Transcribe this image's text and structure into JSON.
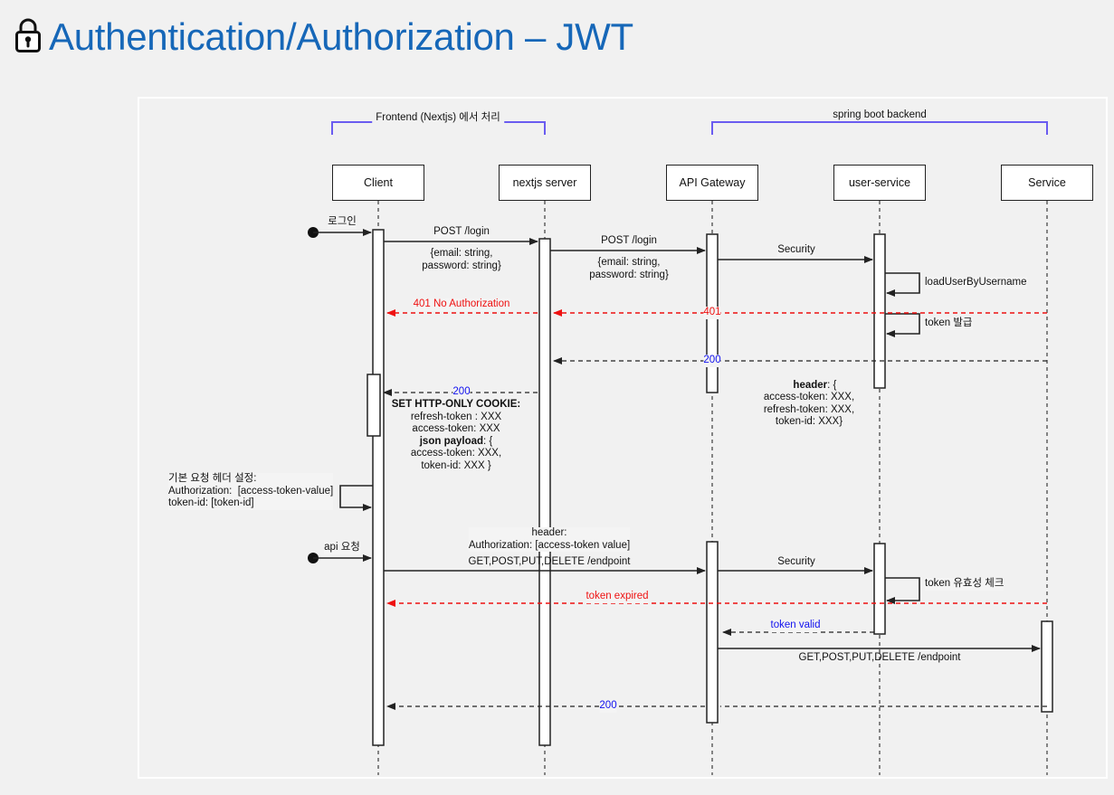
{
  "page": {
    "title": "Authentication/Authorization – JWT",
    "lock_icon": "lock-icon",
    "title_color": "#1667b8",
    "background": "#f1f1f1"
  },
  "diagram": {
    "type": "sequence-diagram",
    "group_labels": [
      {
        "name": "frontend-group",
        "text": "Frontend (Nextjs) 에서 처리",
        "color": "#6a5cf0"
      },
      {
        "name": "backend-group",
        "text": "spring boot backend",
        "color": "#6a5cf0"
      }
    ],
    "lifelines": [
      {
        "name": "client",
        "label": "Client"
      },
      {
        "name": "nextjs-server",
        "label": "nextjs server"
      },
      {
        "name": "api-gateway",
        "label": "API Gateway"
      },
      {
        "name": "user-service",
        "label": "user-service"
      },
      {
        "name": "service",
        "label": "Service"
      }
    ],
    "messages": [
      {
        "name": "login-entry",
        "text": "로그인",
        "kind": "solid"
      },
      {
        "name": "post-login-1",
        "text": "POST /login",
        "kind": "solid"
      },
      {
        "name": "post-login-1-body",
        "text": "{email: string,\npassword: string}",
        "kind": "note"
      },
      {
        "name": "post-login-2",
        "text": "POST /login",
        "kind": "solid"
      },
      {
        "name": "post-login-2-body",
        "text": "{email: string,\npassword: string}",
        "kind": "note"
      },
      {
        "name": "security-1",
        "text": "Security",
        "kind": "solid"
      },
      {
        "name": "load-user-by-username",
        "text": "loadUserByUsername",
        "kind": "self"
      },
      {
        "name": "token-issue",
        "text": "token 발급",
        "kind": "self"
      },
      {
        "name": "unauthorized-client",
        "text": "401 No Authorization",
        "kind": "dashed-red"
      },
      {
        "name": "unauthorized-gateway",
        "text": "401",
        "kind": "dashed-red"
      },
      {
        "name": "ok-gateway-200",
        "text": "200",
        "kind": "dashed-blue"
      },
      {
        "name": "header-payload",
        "text": "header: {\naccess-token: XXX,\nrefresh-token: XXX,\ntoken-id: XXX}",
        "kind": "note",
        "bold_prefix": "header"
      },
      {
        "name": "ok-nextjs-200",
        "text": "200",
        "kind": "dashed-blue"
      },
      {
        "name": "set-cookie-note",
        "text": "SET HTTP-ONLY COOKIE:\nrefresh-token : XXX\naccess-token: XXX\njson payload: {\naccess-token: XXX,\ntoken-id: XXX }",
        "kind": "note"
      },
      {
        "name": "default-request-header-note",
        "text": "기본 요청 헤더 설정:\nAuthorization:  [access-token-value]\ntoken-id: [token-id]",
        "kind": "self-note"
      },
      {
        "name": "api-request-entry",
        "text": "api 요청",
        "kind": "solid"
      },
      {
        "name": "api-request-header",
        "text": "header:\nAuthorization: [access-token value]",
        "kind": "note"
      },
      {
        "name": "api-request-methods",
        "text": "GET,POST,PUT,DELETE /endpoint",
        "kind": "solid"
      },
      {
        "name": "security-2",
        "text": "Security",
        "kind": "solid"
      },
      {
        "name": "token-validity-check",
        "text": "token 유효성 체크",
        "kind": "self"
      },
      {
        "name": "token-expired",
        "text": "token expired",
        "kind": "dashed-red"
      },
      {
        "name": "token-valid",
        "text": "token valid",
        "kind": "dashed-blue"
      },
      {
        "name": "service-call-methods",
        "text": "GET,POST,PUT,DELETE /endpoint",
        "kind": "solid"
      },
      {
        "name": "final-200",
        "text": "200",
        "kind": "dashed-blue"
      }
    ],
    "colors": {
      "line": "#222222",
      "lifeline": "#555555",
      "error": "#ee1111",
      "success": "#1111ee",
      "group": "#6a5cf0"
    }
  }
}
